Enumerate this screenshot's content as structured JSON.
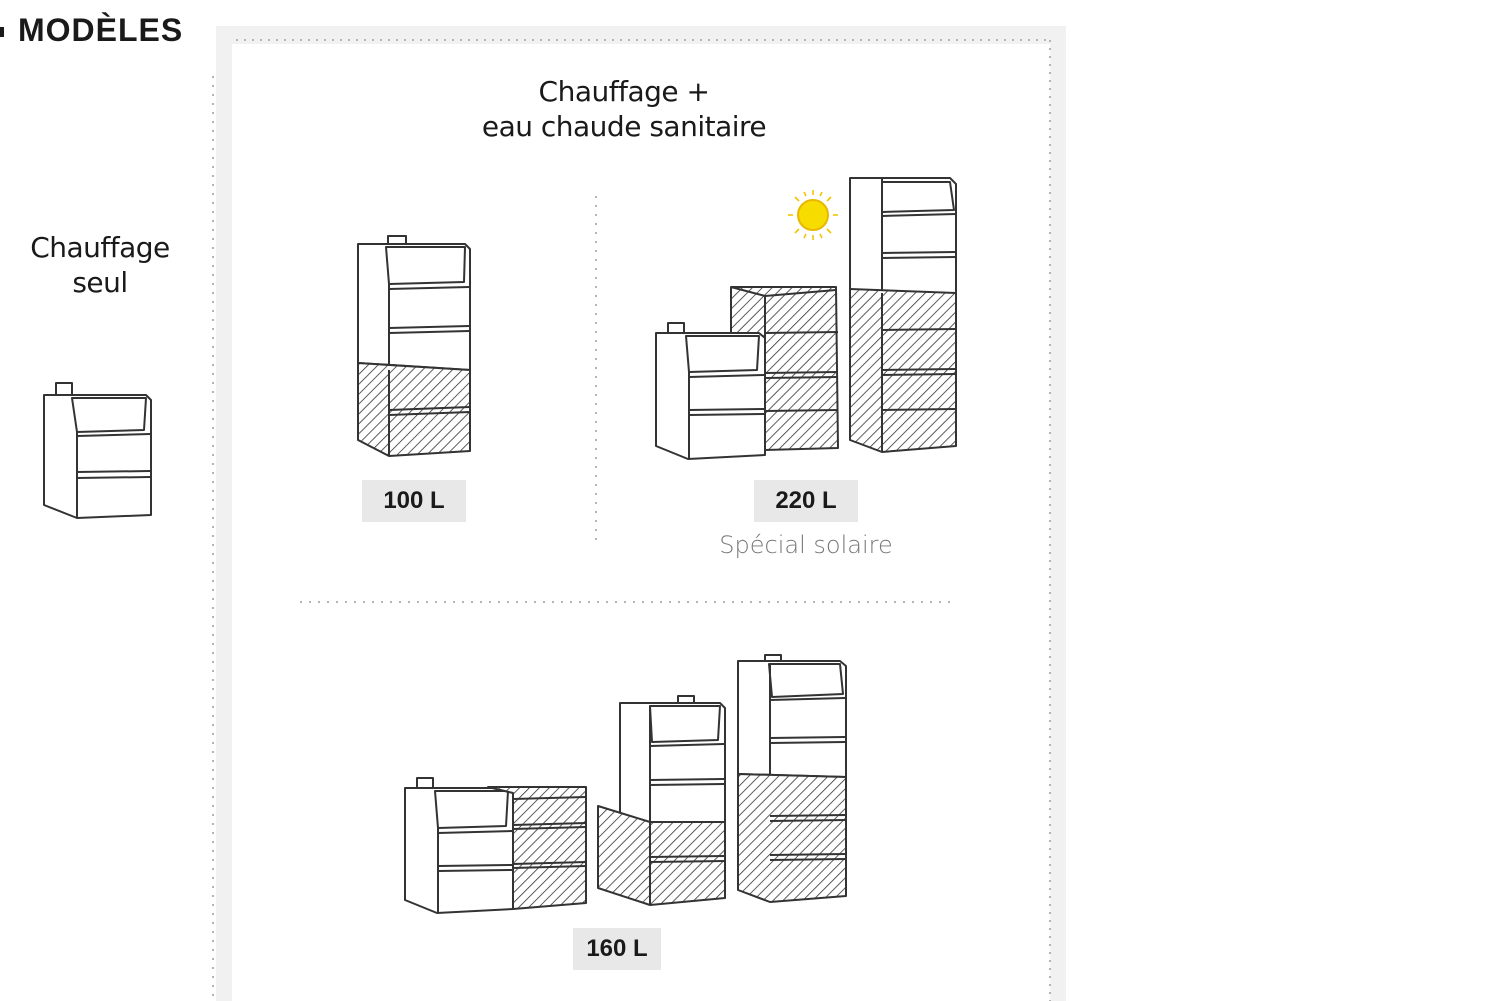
{
  "header": {
    "title": "MODÈLES"
  },
  "left": {
    "heading_line1": "Chauffage",
    "heading_line2": "seul"
  },
  "right": {
    "heading_line1": "Chauffage +",
    "heading_line2": "eau chaude sanitaire",
    "models": [
      {
        "capacity": "100 L"
      },
      {
        "capacity": "220 L",
        "note": "Spécial solaire"
      },
      {
        "capacity": "160 L"
      }
    ]
  },
  "icons": {
    "sun": "sun-icon"
  },
  "colors": {
    "sun_fill": "#f5d800",
    "badge_bg": "#e8e8e8",
    "panel_bg": "#f1f1f1",
    "divider": "#b5b5b5"
  }
}
